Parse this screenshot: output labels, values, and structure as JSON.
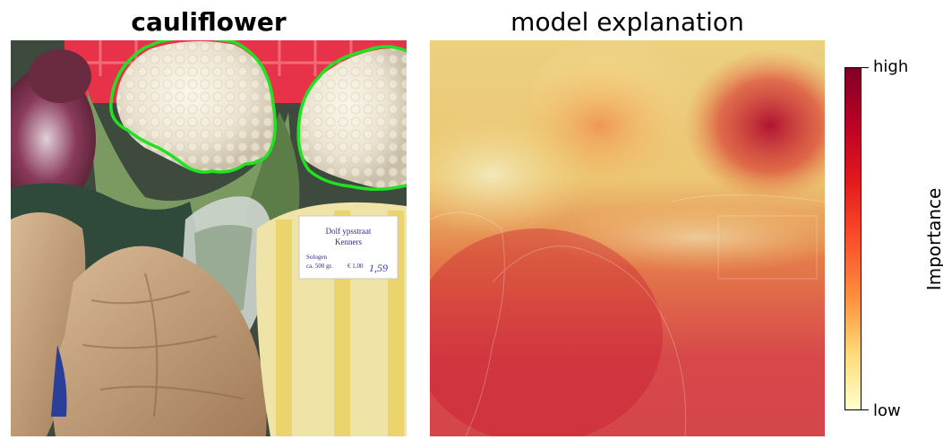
{
  "left_panel": {
    "title": "cauliflower",
    "label_text": {
      "line1": "Dolf ypsstraat",
      "line2": "Kenners",
      "line3": "Sologen",
      "line4": "ca. 500 gr.",
      "line5": "€ 1.00",
      "price": "1,59"
    }
  },
  "right_panel": {
    "title": "model explanation"
  },
  "colorbar": {
    "label": "Importance",
    "high_label": "high",
    "low_label": "low",
    "colormap": [
      "#ffffcc",
      "#fed976",
      "#fd8d3c",
      "#fc4e2a",
      "#e31a1c",
      "#bd0026",
      "#800026"
    ]
  },
  "colors": {
    "segmentation_outline": "#22e022"
  }
}
